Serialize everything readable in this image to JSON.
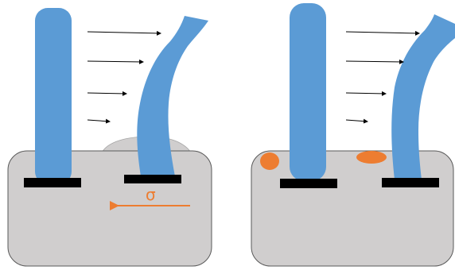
{
  "diagram": {
    "stress_symbol": "σ",
    "colors": {
      "substrate_fill": "#D0CECE",
      "substrate_stroke": "#595959",
      "pillar": "#5B9BD5",
      "base_plate": "#000000",
      "stress_and_deposits": "#ED7D31",
      "flow_arrows": "#000000",
      "background": "#FFFFFF"
    },
    "panels": [
      {
        "id": "left",
        "flow_arrow_count": 4,
        "has_stress_indicator": true,
        "has_bulge": true,
        "deposit_count": 0
      },
      {
        "id": "right",
        "flow_arrow_count": 4,
        "has_stress_indicator": false,
        "has_bulge": false,
        "deposit_count": 2
      }
    ]
  }
}
